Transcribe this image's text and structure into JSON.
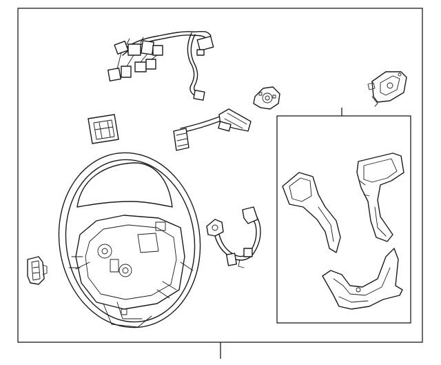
{
  "diagram": {
    "parts": [
      {
        "id": "wiring-harness-upper",
        "icon": "wiring-harness-icon"
      },
      {
        "id": "horn-pad-connector",
        "icon": "connector-icon"
      },
      {
        "id": "control-switch-right",
        "icon": "switch-icon"
      },
      {
        "id": "switch-module",
        "icon": "switch-module-icon"
      },
      {
        "id": "wire-clip-harness",
        "icon": "clip-harness-icon"
      },
      {
        "id": "steering-wheel",
        "icon": "steering-wheel-icon"
      },
      {
        "id": "wiring-harness-lower",
        "icon": "wiring-harness-icon"
      },
      {
        "id": "side-switch-left",
        "icon": "switch-icon"
      },
      {
        "id": "trim-cover-set",
        "icon": "trim-bezel-icon"
      }
    ],
    "colors": {
      "line": "#1a1a1a",
      "background": "#ffffff"
    }
  }
}
